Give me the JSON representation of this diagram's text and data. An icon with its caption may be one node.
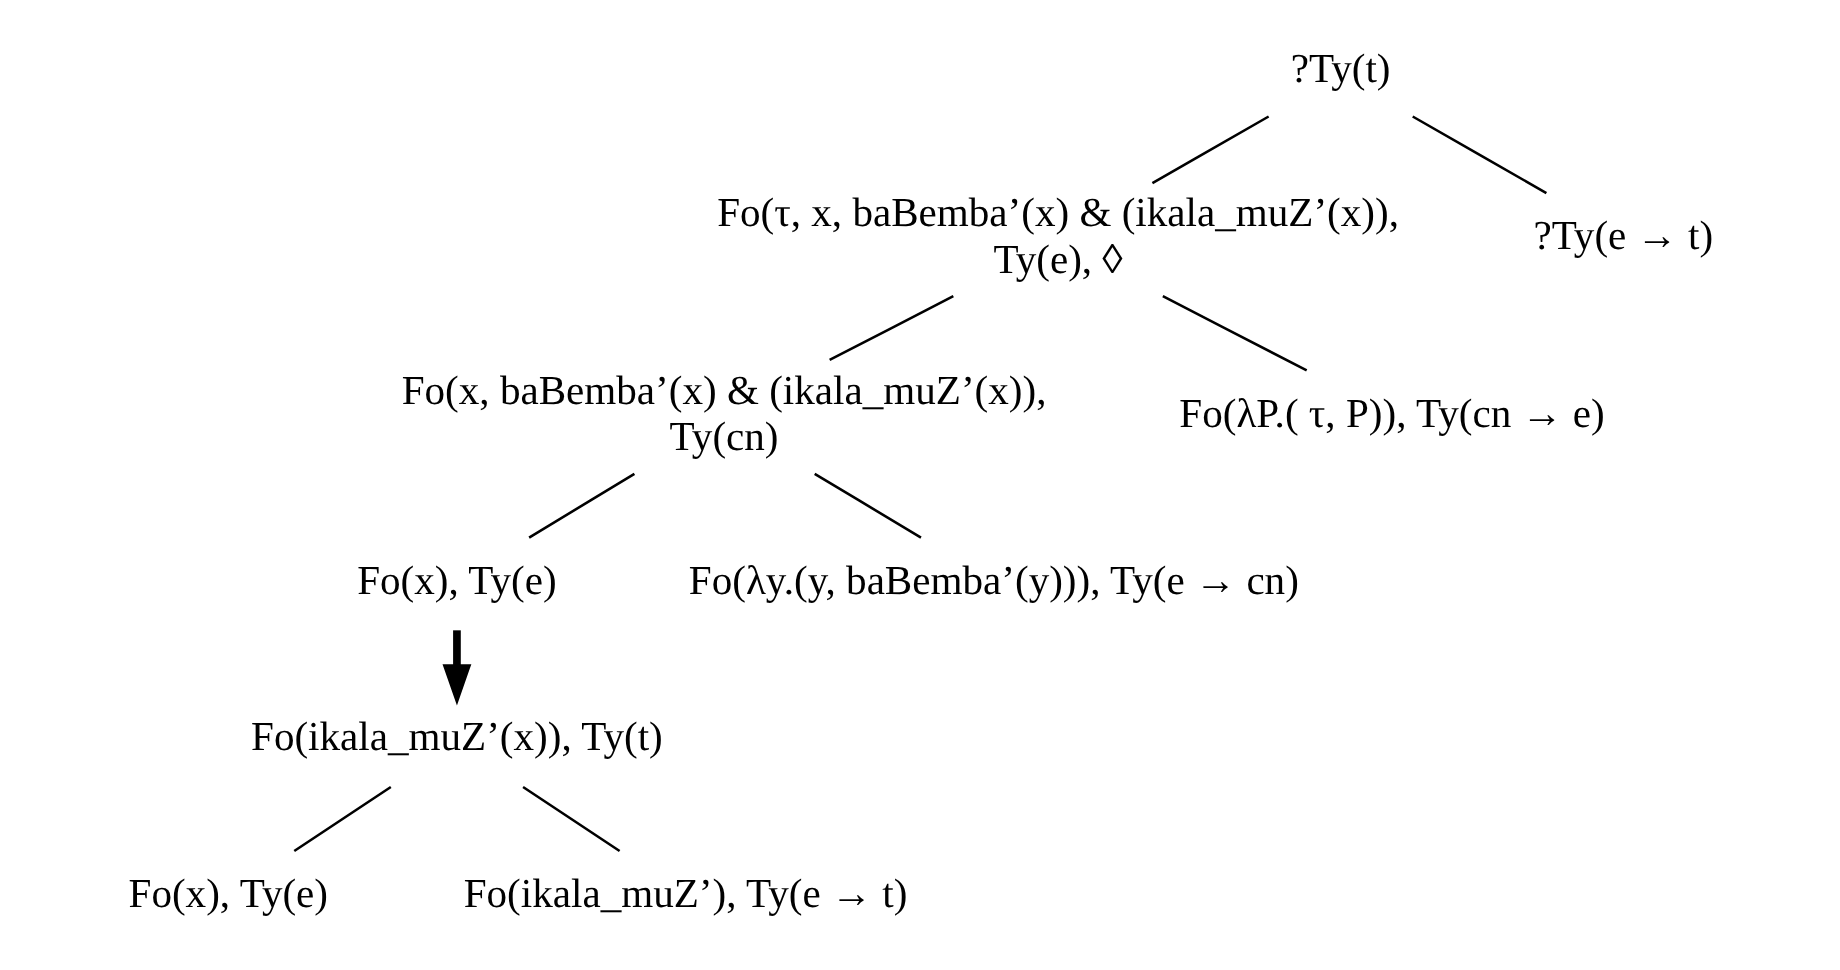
{
  "diagram": {
    "nodes": [
      {
        "text": [
          "?Ty(t)"
        ]
      },
      {
        "text": [
          "Fo(τ, x, baBemba’(x) & (ikala_muZ’(x)), Ty(e), ◊"
        ]
      },
      {
        "text": [
          "?Ty(e → t)"
        ]
      },
      {
        "text": [
          "Fo(x, baBemba’(x) & (ikala_muZ’(x)), Ty(cn)"
        ]
      },
      {
        "text": [
          "Fo(λP.( τ, P)), Ty(cn → e)"
        ]
      },
      {
        "text": [
          "Fo(x), Ty(e)"
        ]
      },
      {
        "text": [
          "Fo(λy.(y, baBemba’(y))), Ty(e → cn)"
        ]
      },
      {
        "text": [
          "Fo(ikala_muZ’(x)), Ty(t)"
        ]
      },
      {
        "text": [
          "Fo(x), Ty(e)"
        ]
      },
      {
        "text": [
          "Fo(ikala_muZ’), Ty(e → t)"
        ]
      }
    ],
    "edges": [
      {
        "from": 0,
        "to": 1,
        "arrow": "none"
      },
      {
        "from": 0,
        "to": 2,
        "arrow": "none"
      },
      {
        "from": 1,
        "to": 3,
        "arrow": "none"
      },
      {
        "from": 1,
        "to": 4,
        "arrow": "none"
      },
      {
        "from": 3,
        "to": 5,
        "arrow": "none"
      },
      {
        "from": 3,
        "to": 6,
        "arrow": "none"
      },
      {
        "from": 5,
        "to": 7,
        "arrow": "to",
        "style": "thick"
      },
      {
        "from": 7,
        "to": 8,
        "arrow": "none"
      },
      {
        "from": 7,
        "to": 9,
        "arrow": "none"
      }
    ]
  }
}
